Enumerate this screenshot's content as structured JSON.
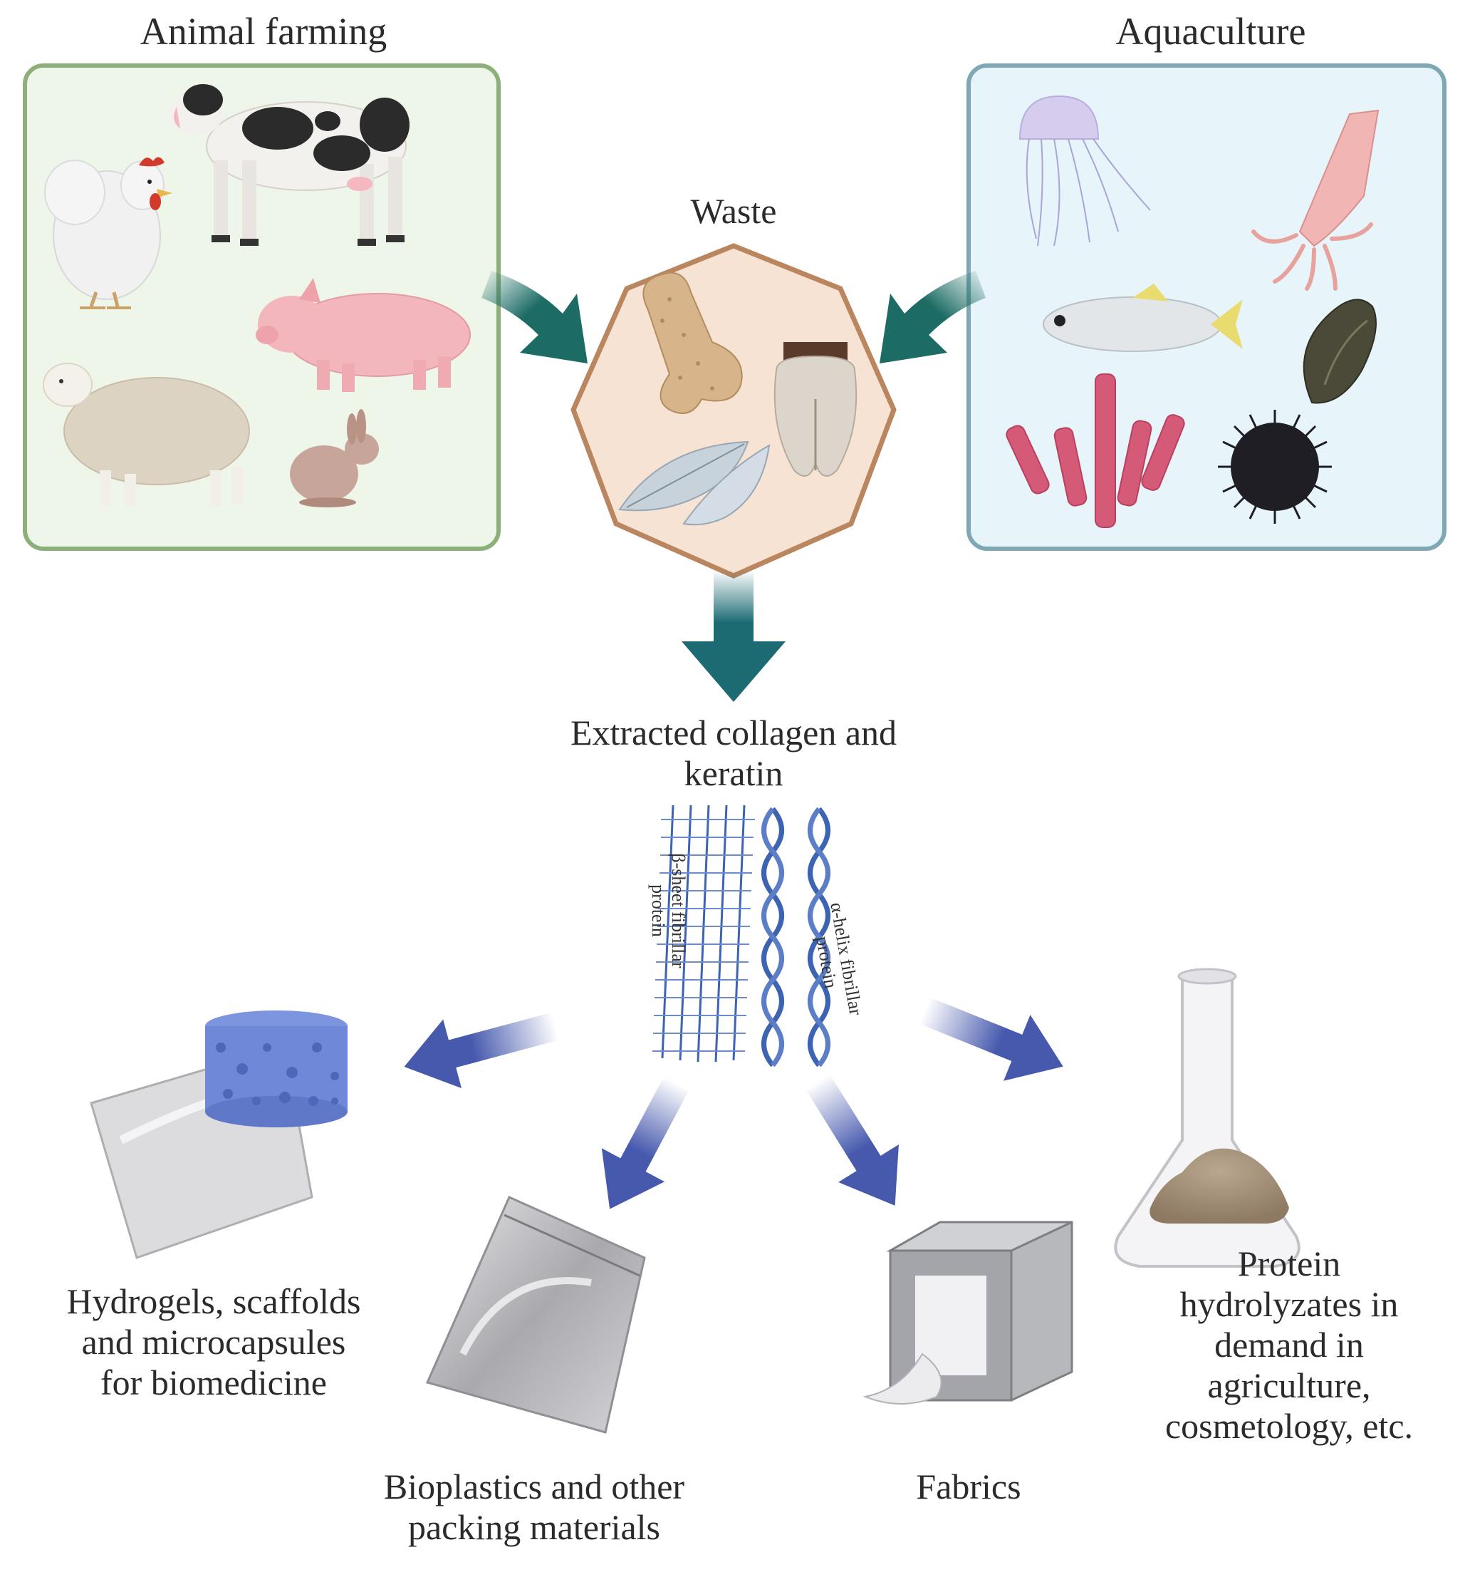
{
  "title": "",
  "sources": {
    "animal_farming": {
      "label": "Animal farming",
      "animals": [
        "chicken-icon",
        "cow-icon",
        "pig-icon",
        "sheep-icon",
        "rabbit-icon"
      ],
      "box_fill": "#eef5e9",
      "box_stroke": "#8db07a"
    },
    "aquaculture": {
      "label": "Aquaculture",
      "animals": [
        "jellyfish-icon",
        "squid-icon",
        "fish-icon",
        "mussel-icon",
        "coral-icon",
        "sea-urchin-icon"
      ],
      "box_fill": "#e7f4fa",
      "box_stroke": "#7fa8b5"
    }
  },
  "waste": {
    "label": "Waste",
    "items": [
      "bone-icon",
      "hoof-icon",
      "feather-icon"
    ],
    "fill": "#f6e3d3",
    "stroke": "#b98660"
  },
  "extracted": {
    "label_line1": "Extracted collagen and",
    "label_line2": "keratin",
    "beta_label_line1": "β-sheet fibrillar",
    "beta_label_line2": "protein",
    "alpha_label_line1": "α-helix fibrillar",
    "alpha_label_line2": "protein"
  },
  "products": [
    {
      "id": "hydrogels",
      "lines": [
        "Hydrogels, scaffolds",
        "and microcapsules",
        "for biomedicine"
      ],
      "icon": "hydrogel-scaffold-icon"
    },
    {
      "id": "bioplastics",
      "lines": [
        "Bioplastics and other",
        "packing materials"
      ],
      "icon": "plastic-bag-icon"
    },
    {
      "id": "fabrics",
      "lines": [
        "Fabrics"
      ],
      "icon": "fabric-box-icon"
    },
    {
      "id": "hydrolyzates",
      "lines": [
        "Protein",
        "hydrolyzates in",
        "demand in",
        "agriculture,",
        "cosmetology, etc."
      ],
      "icon": "flask-powder-icon"
    }
  ],
  "colors": {
    "teal_arrow": "#1c6b64",
    "teal_down_arrow": "#1c6b73",
    "blue_arrow": "#4659ad",
    "protein_blue": "#3d63b3"
  }
}
